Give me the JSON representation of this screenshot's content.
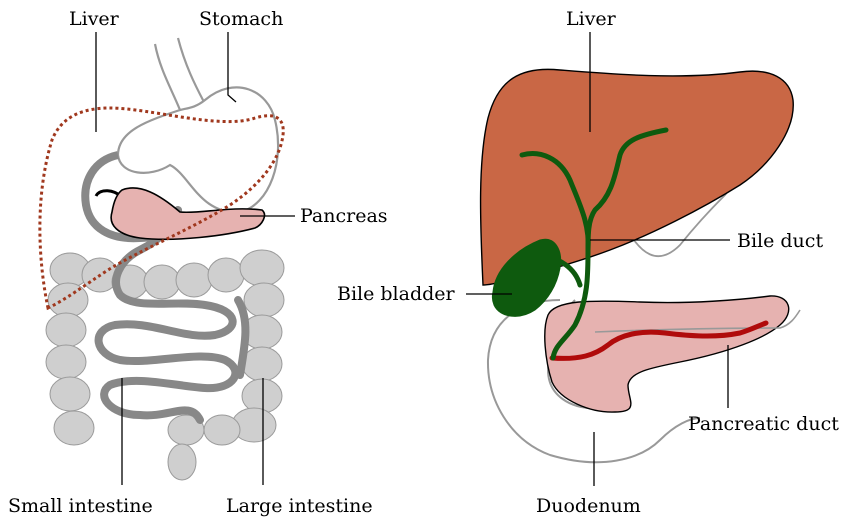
{
  "left_diagram": {
    "labels": {
      "liver": "Liver",
      "stomach": "Stomach",
      "pancreas": "Pancreas",
      "small_intestine": "Small intestine",
      "large_intestine": "Large intestine"
    }
  },
  "right_diagram": {
    "labels": {
      "liver": "Liver",
      "bile_duct": "Bile duct",
      "bile_bladder": "Bile bladder",
      "pancreatic_duct": "Pancreatic duct",
      "duodenum": "Duodenum"
    }
  },
  "colors": {
    "liver_fill": "#c96745",
    "liver_outline_dotted": "#a0381e",
    "pancreas_fill": "#e6b2b0",
    "bile_green": "#0e5a0e",
    "pancreatic_duct_red": "#b00b0b",
    "intestine_gray": "#cfcfcf",
    "tube_gray": "#888888"
  }
}
